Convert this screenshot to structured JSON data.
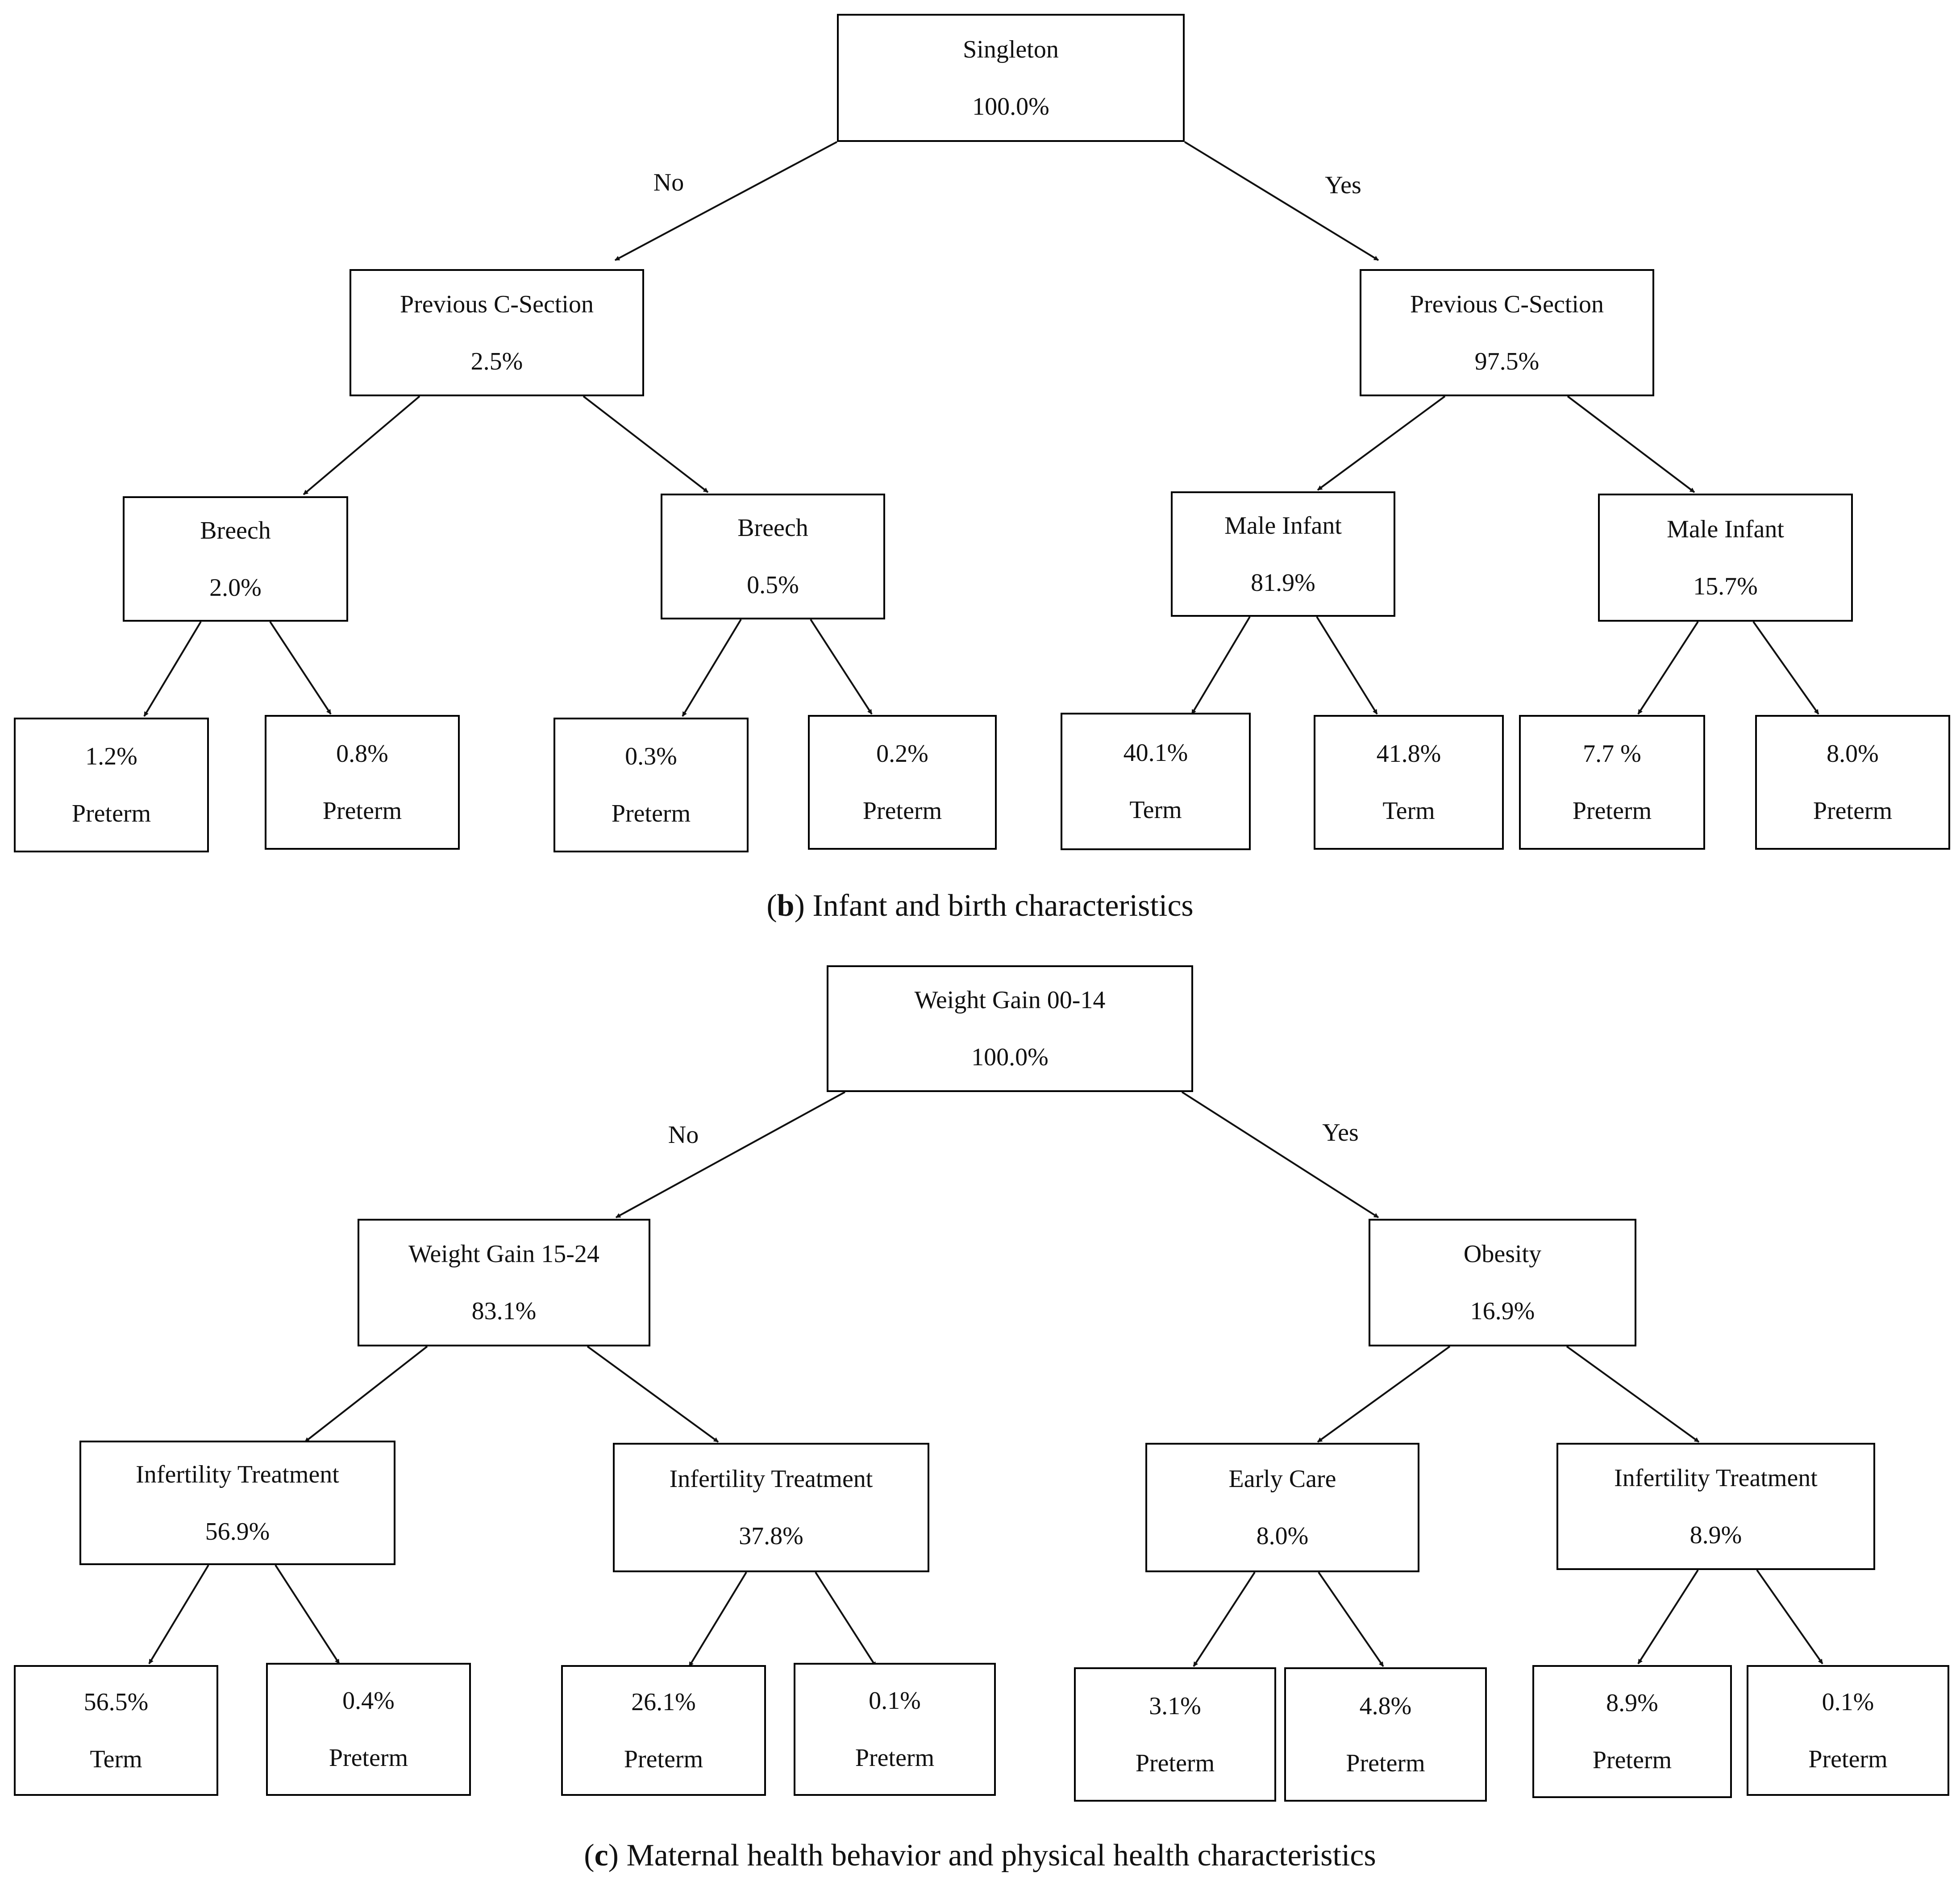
{
  "panel_b": {
    "root": {
      "title": "Singleton",
      "pct": "100.0%"
    },
    "edge_no": "No",
    "edge_yes": "Yes",
    "mid_left": {
      "title": "Previous C-Section",
      "pct": "2.5%"
    },
    "mid_right": {
      "title": "Previous C-Section",
      "pct": "97.5%"
    },
    "l3": [
      {
        "title": "Breech",
        "pct": "2.0%"
      },
      {
        "title": "Breech",
        "pct": "0.5%"
      },
      {
        "title": "Male Infant",
        "pct": "81.9%"
      },
      {
        "title": "Male Infant",
        "pct": "15.7%"
      }
    ],
    "leaves": [
      {
        "pct": "1.2%",
        "outcome": "Preterm"
      },
      {
        "pct": "0.8%",
        "outcome": "Preterm"
      },
      {
        "pct": "0.3%",
        "outcome": "Preterm"
      },
      {
        "pct": "0.2%",
        "outcome": "Preterm"
      },
      {
        "pct": "40.1%",
        "outcome": "Term"
      },
      {
        "pct": "41.8%",
        "outcome": "Term"
      },
      {
        "pct": "7.7 %",
        "outcome": "Preterm"
      },
      {
        "pct": "8.0%",
        "outcome": "Preterm"
      }
    ],
    "caption_letter": "b",
    "caption_text": "Infant and birth characteristics"
  },
  "panel_c": {
    "root": {
      "title": "Weight Gain 00-14",
      "pct": "100.0%"
    },
    "edge_no": "No",
    "edge_yes": "Yes",
    "mid_left": {
      "title": "Weight Gain 15-24",
      "pct": "83.1%"
    },
    "mid_right": {
      "title": "Obesity",
      "pct": "16.9%"
    },
    "l3": [
      {
        "title": "Infertility Treatment",
        "pct": "56.9%"
      },
      {
        "title": "Infertility Treatment",
        "pct": "37.8%"
      },
      {
        "title": "Early Care",
        "pct": "8.0%"
      },
      {
        "title": "Infertility Treatment",
        "pct": "8.9%"
      }
    ],
    "leaves": [
      {
        "pct": "56.5%",
        "outcome": "Term"
      },
      {
        "pct": "0.4%",
        "outcome": "Preterm"
      },
      {
        "pct": "26.1%",
        "outcome": "Preterm"
      },
      {
        "pct": "0.1%",
        "outcome": "Preterm"
      },
      {
        "pct": "3.1%",
        "outcome": "Preterm"
      },
      {
        "pct": "4.8%",
        "outcome": "Preterm"
      },
      {
        "pct": "8.9%",
        "outcome": "Preterm"
      },
      {
        "pct": "0.1%",
        "outcome": "Preterm"
      }
    ],
    "caption_letter": "c",
    "caption_text": "Maternal health behavior and physical health characteristics"
  }
}
